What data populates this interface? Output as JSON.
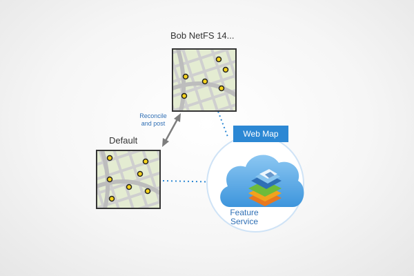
{
  "versions": {
    "child": {
      "name": "Bob NetFS 14..."
    },
    "default": {
      "name": "Default"
    }
  },
  "link": {
    "reconcile_line1": "Reconcile",
    "reconcile_line2": "and post"
  },
  "web_map": {
    "label": "Web Map"
  },
  "feature_service": {
    "line1": "Feature",
    "line2": "Service"
  },
  "colors": {
    "accent_blue": "#2c88d4",
    "link_blue": "#2f6fb5",
    "arrow_gray": "#7d7d7d",
    "map_road": "#c9c9c9",
    "map_block": "#e4ecd2",
    "feature_point": "#f4d21c"
  },
  "icons": [
    "bidirectional-arrow-icon",
    "cloud-icon",
    "layer-stack-icon",
    "map-tile-icon"
  ]
}
